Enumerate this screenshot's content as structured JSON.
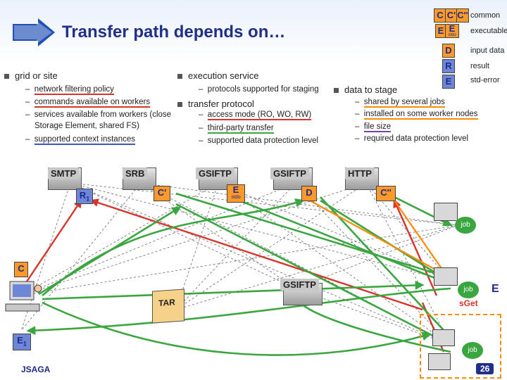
{
  "title": "Transfer path depends on…",
  "legend": {
    "items": [
      {
        "label": "common",
        "key": "C"
      },
      {
        "label": "executable",
        "key": "E"
      },
      {
        "label": "input data",
        "key": "D"
      },
      {
        "label": "result",
        "key": "R"
      },
      {
        "label": "std-error",
        "key": "E"
      }
    ],
    "chips": {
      "c1": "C",
      "c2": "C'",
      "c3": "C''",
      "e1": "E",
      "e2": "E",
      "e2sub": "stdo"
    }
  },
  "columns": {
    "grid": {
      "heading": "grid or site",
      "items": [
        "network filtering policy",
        "commands available on workers",
        "services available from workers (close",
        "Storage Element, shared FS)",
        "supported context instances"
      ]
    },
    "execution": {
      "heading": "execution service",
      "items": [
        "protocols supported for staging"
      ]
    },
    "transfer": {
      "heading": "transfer protocol",
      "items": [
        "access mode (RO, WO, RW)",
        "third-party transfer",
        "supported data protection level"
      ]
    },
    "data": {
      "heading": "data to stage",
      "items": [
        "shared by several jobs",
        "installed on some worker nodes",
        "file size",
        "required data protection level"
      ]
    }
  },
  "dash": "–",
  "servers": {
    "smtp": "SMTP",
    "srb": "SRB",
    "gsiftp1": "GSIFTP",
    "gsiftp2": "GSIFTP",
    "http": "HTTP",
    "gsiftp3": "GSIFTP"
  },
  "nodes": {
    "r1": "R",
    "r1sub": "1",
    "c_prime": "C'",
    "e_stdo": "E",
    "e_stdo_sub": "stdo",
    "d": "D",
    "c_dprime": "C''",
    "c": "C",
    "e1": "E",
    "e1sub": "1",
    "e_right": "E",
    "tar": "TAR",
    "job": "job",
    "sget": "sGet"
  },
  "footer": "JSAGA",
  "page_number": "26",
  "colors": {
    "title": "#1f2f8a",
    "red_path": "#d9342b",
    "green_path": "#3aa640",
    "orange": "#ff9a2a",
    "blue": "#6d86d6"
  }
}
